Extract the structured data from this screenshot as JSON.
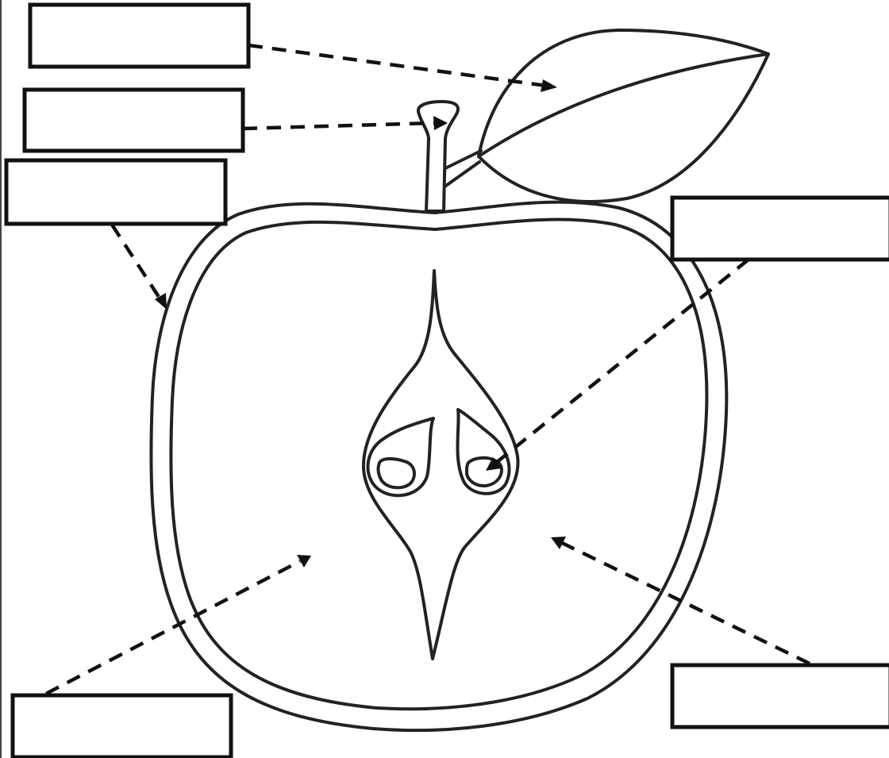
{
  "diagram": {
    "labels": [
      {
        "id": "leaf",
        "text": ""
      },
      {
        "id": "stem",
        "text": ""
      },
      {
        "id": "skin",
        "text": ""
      },
      {
        "id": "seed",
        "text": ""
      },
      {
        "id": "flesh-left",
        "text": ""
      },
      {
        "id": "flesh-right",
        "text": ""
      }
    ]
  }
}
